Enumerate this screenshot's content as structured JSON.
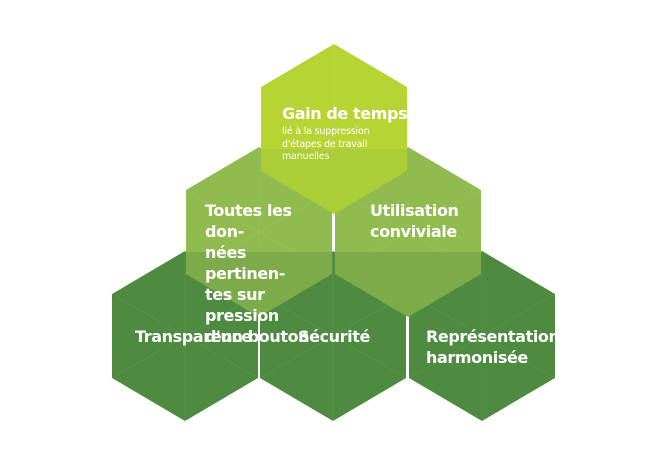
{
  "diagram": {
    "hexagons": [
      {
        "id": "transparence",
        "title": "Transparence",
        "subtitle": "",
        "color": "#4e8a3f"
      },
      {
        "id": "securite",
        "title": "Sécurité",
        "subtitle": "",
        "color": "#4e8a3f"
      },
      {
        "id": "representation",
        "title": "Représentation\nharmonisée",
        "subtitle": "",
        "color": "#4e8a3f"
      },
      {
        "id": "donnees",
        "title": "Toutes les don-\nnées pertinen-\ntes sur pression\nd'un bouton",
        "subtitle": "",
        "color": "#8fbb4f"
      },
      {
        "id": "utilisation",
        "title": "Utilisation\nconviviale",
        "subtitle": "",
        "color": "#8fbb4f"
      },
      {
        "id": "gain",
        "title": "Gain de temps",
        "subtitle": "lié à la suppression\nd'étapes de travail\nmanuelles",
        "color": "#b6d433"
      }
    ],
    "overlap_colors": {
      "donnees_bottom": "#6f9f45",
      "utilisation_bottom": "#6f9f45",
      "gain_bottom": "#a3c63a"
    }
  }
}
